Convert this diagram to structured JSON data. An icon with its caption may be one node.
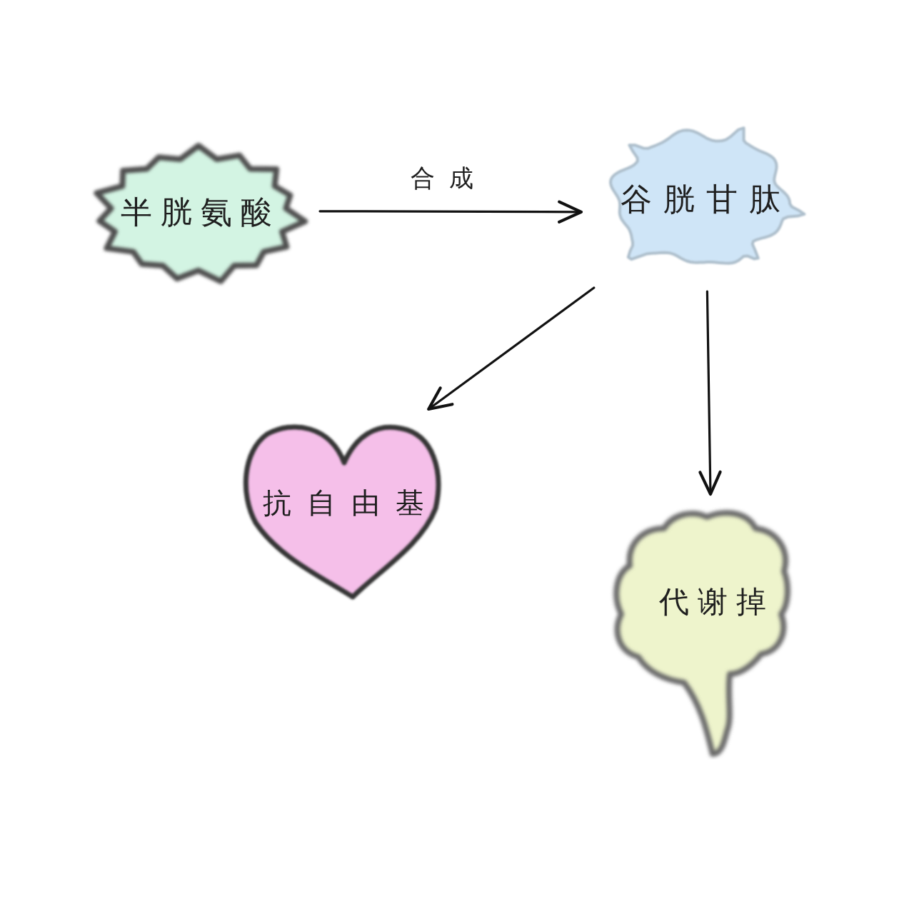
{
  "diagram": {
    "nodes": [
      {
        "text": [
          "半胱氨酸"
        ]
      },
      {
        "text": [
          "谷胱甘肽"
        ]
      },
      {
        "text": [
          "抗自由基"
        ]
      },
      {
        "text": [
          "代谢掉"
        ]
      }
    ],
    "edges": [
      {
        "from": 0,
        "to": 1,
        "arrow": "to",
        "label": "合成"
      },
      {
        "from": 1,
        "to": 2,
        "arrow": "to"
      },
      {
        "from": 1,
        "to": 3,
        "arrow": "to"
      }
    ]
  }
}
